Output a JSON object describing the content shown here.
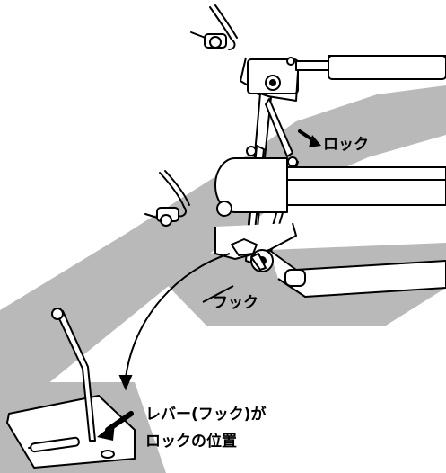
{
  "labels": {
    "lock": "ロック",
    "hook": "フック",
    "caption_line1": "レバー(フック)が",
    "caption_line2": "ロックの位置"
  },
  "colors": {
    "band": "#b9b9b9",
    "ink": "#000000",
    "background": "#ffffff"
  }
}
